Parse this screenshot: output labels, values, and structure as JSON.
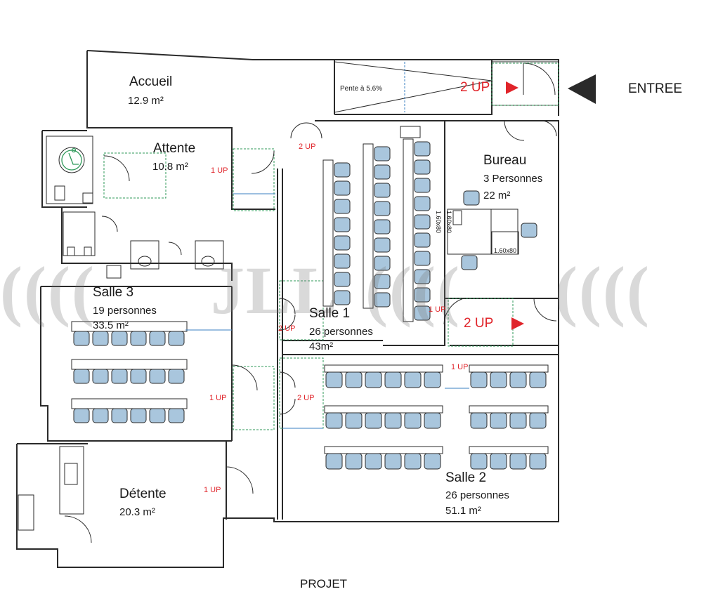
{
  "rooms": {
    "accueil": {
      "name": "Accueil",
      "area": "12.9 m²"
    },
    "attente": {
      "name": "Attente",
      "area": "10.8 m²"
    },
    "bureau": {
      "name": "Bureau",
      "capacity": "3 Personnes",
      "area": "22 m²"
    },
    "salle3": {
      "name": "Salle 3",
      "capacity": "19 personnes",
      "area": "33.5 m²"
    },
    "salle1": {
      "name": "Salle 1",
      "capacity": "26 personnes",
      "area": "43m²"
    },
    "salle2": {
      "name": "Salle 2",
      "capacity": "26 personnes",
      "area": "51.1 m²"
    },
    "detente": {
      "name": "Détente",
      "area": "20.3 m²"
    }
  },
  "annotations": {
    "pente": "Pente à 5.6%",
    "ramp_up": "2 UP",
    "entree": "ENTREE",
    "projet": "PROJET",
    "up_attente": "1 UP",
    "up_corridor": "2 UP",
    "up_salle3_top": "2 UP",
    "up_salle1": "1 UP",
    "up_bureau_corridor": "2 UP",
    "up_salle2": "1 UP",
    "up_salle3_door": "1 UP",
    "up_salle2_door": "2 UP",
    "up_detente": "1 UP",
    "desk_size_1": "1.60x80",
    "desk_size_2": "1.60x80",
    "desk_size_3": "1.60x80"
  },
  "watermark": {
    "text": "JLL"
  },
  "colors": {
    "wall": "#2a2a2a",
    "accent": "#e0242a",
    "door_zone": "#2f9a5a",
    "seat": "#a9c6dd",
    "dim_line": "#3a7fc1"
  }
}
